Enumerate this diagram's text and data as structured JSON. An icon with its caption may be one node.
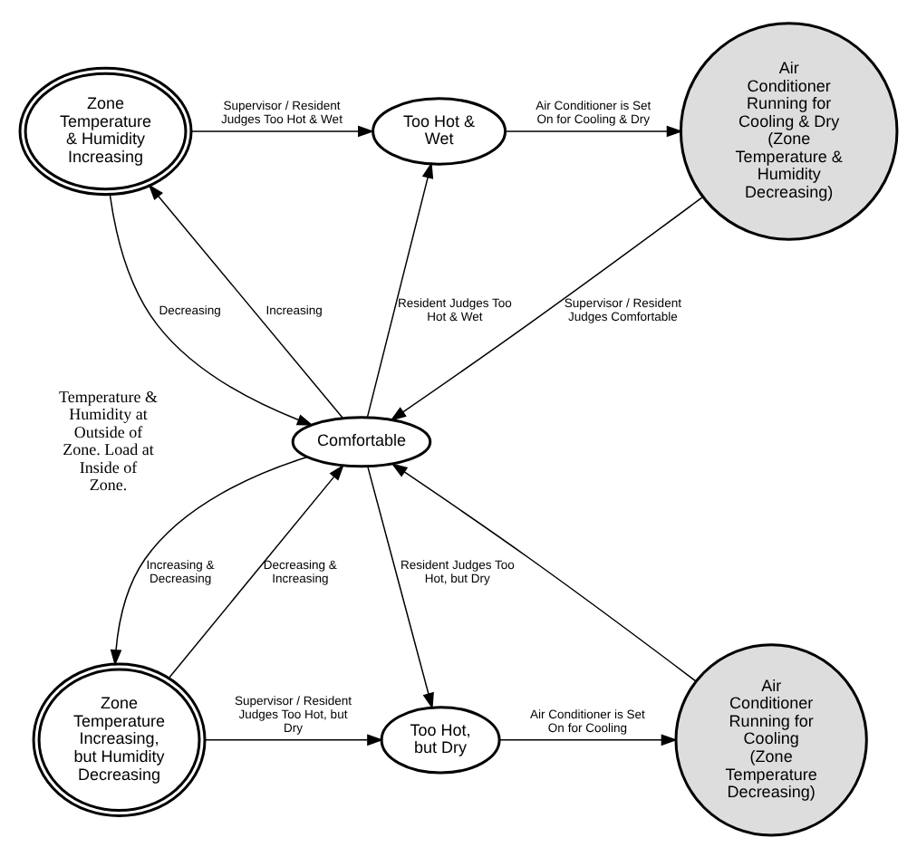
{
  "diagram": {
    "nodes": [
      {
        "text": [
          "Zone Temperature & Humidity Increasing"
        ]
      },
      {
        "text": [
          "Too Hot & Wet"
        ]
      },
      {
        "text": [
          "Air Conditioner Running for Cooling & Dry",
          "(Zone Temperature & Humidity Decreasing)"
        ]
      },
      {
        "text": [
          "Comfortable"
        ]
      },
      {
        "text": [
          "Zone Temperature Increasing, but Humidity Decreasing"
        ]
      },
      {
        "text": [
          "Too Hot, but Dry"
        ]
      },
      {
        "text": [
          "Air Conditioner Running for Cooling",
          "(Zone Temperature Decreasing)"
        ]
      }
    ],
    "edges": [
      {
        "from": 0,
        "to": 1,
        "arrow": "to",
        "label": "Supervisor / Resident Judges Too Hot & Wet"
      },
      {
        "from": 1,
        "to": 2,
        "arrow": "to",
        "label": "Air Conditioner is Set On for Cooling & Dry"
      },
      {
        "from": 2,
        "to": 3,
        "arrow": "to",
        "label": "Supervisor / Resident Judges Comfortable"
      },
      {
        "from": 3,
        "to": 1,
        "arrow": "to",
        "label": "Resident Judges Too Hot & Wet"
      },
      {
        "from": 0,
        "to": 3,
        "arrow": "to",
        "label": "Decreasing"
      },
      {
        "from": 3,
        "to": 0,
        "arrow": "to",
        "label": "Increasing"
      },
      {
        "from": 3,
        "to": 4,
        "arrow": "to",
        "label": "Increasing & Decreasing"
      },
      {
        "from": 4,
        "to": 3,
        "arrow": "to",
        "label": "Decreasing & Increasing"
      },
      {
        "from": 3,
        "to": 5,
        "arrow": "to",
        "label": "Resident Judges Too Hot, but Dry"
      },
      {
        "from": 6,
        "to": 3,
        "arrow": "to"
      },
      {
        "from": 4,
        "to": 5,
        "arrow": "to",
        "label": "Supervisor / Resident Judges Too Hot, but Dry"
      },
      {
        "from": 5,
        "to": 6,
        "arrow": "to",
        "label": "Air Conditioner is Set On for Cooling"
      }
    ],
    "labels": [
      "Temperature & Humidity at Outside of Zone. Load at Inside of Zone."
    ]
  }
}
